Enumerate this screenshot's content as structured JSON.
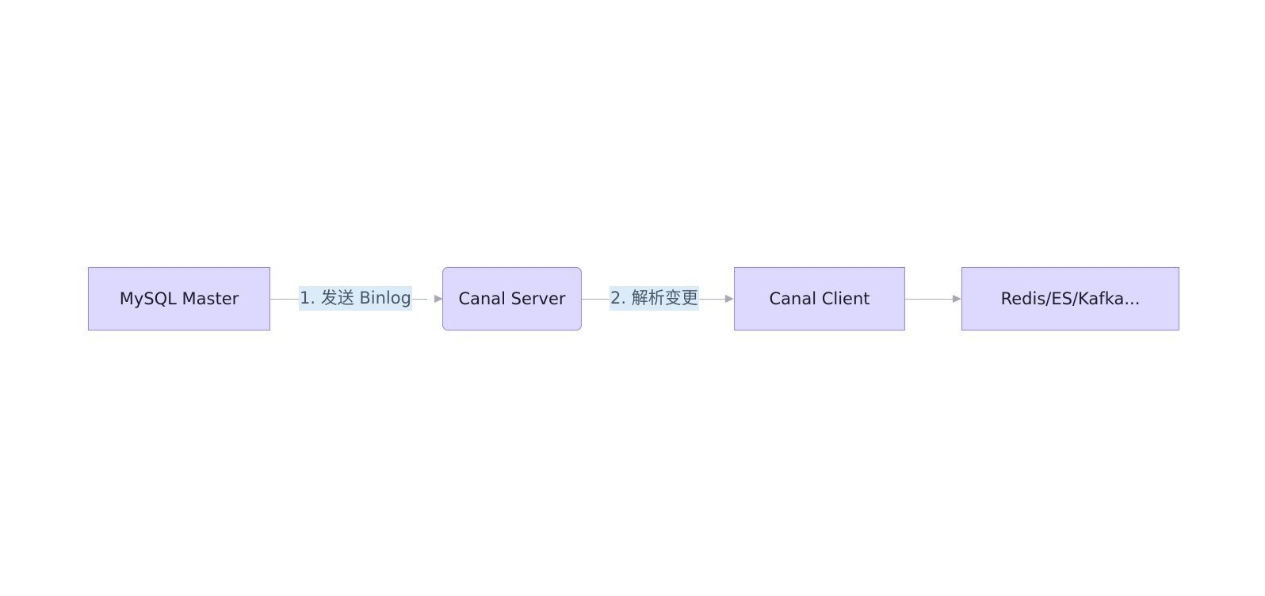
{
  "diagram": {
    "nodes": [
      {
        "id": "mysql-master",
        "label": "MySQL Master",
        "shape": "rect"
      },
      {
        "id": "canal-server",
        "label": "Canal Server",
        "shape": "rounded"
      },
      {
        "id": "canal-client",
        "label": "Canal Client",
        "shape": "rect"
      },
      {
        "id": "targets",
        "label": "Redis/ES/Kafka...",
        "shape": "rect"
      }
    ],
    "edges": [
      {
        "from": "mysql-master",
        "to": "canal-server",
        "label": "1. 发送 Binlog"
      },
      {
        "from": "canal-server",
        "to": "canal-client",
        "label": "2. 解析变更"
      },
      {
        "from": "canal-client",
        "to": "targets",
        "label": ""
      }
    ],
    "colors": {
      "node_fill": "#dcd8fe",
      "node_border": "#9488ee",
      "edge_line": "#b0b0bb",
      "label_bg": "#dcebf8"
    }
  }
}
